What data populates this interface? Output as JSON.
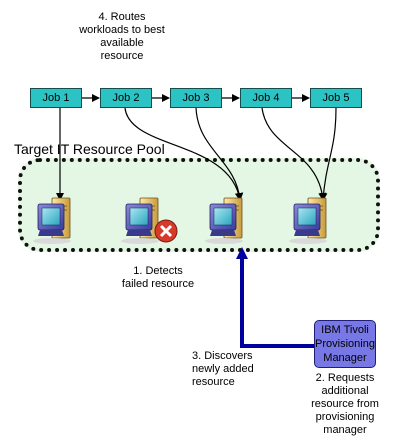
{
  "notes": {
    "routes": [
      "4. Routes",
      "workloads to best",
      "available",
      "resource"
    ],
    "detects": [
      "1. Detects",
      "failed resource"
    ],
    "discovers": [
      "3. Discovers",
      "newly added",
      "resource"
    ],
    "requests": [
      "2. Requests",
      "additional",
      "resource from",
      "provisioning",
      "manager"
    ]
  },
  "jobs": [
    "Job 1",
    "Job 2",
    "Job 3",
    "Job 4",
    "Job 5"
  ],
  "pool": {
    "title": "Target IT Resource Pool"
  },
  "tpm": {
    "lines": [
      "IBM Tivoli",
      "Provisioning",
      "Manager"
    ]
  },
  "computers": [
    {
      "status": "ok",
      "icon": "computer-icon"
    },
    {
      "status": "failed",
      "icon": "failed-x-icon"
    },
    {
      "status": "ok",
      "icon": "computer-icon"
    },
    {
      "status": "ok",
      "icon": "computer-icon"
    }
  ],
  "colors": {
    "job_fill": "#2bc3c3",
    "pool_fill": "#e4f7e4",
    "tpm_fill": "#7777e6",
    "discover_line": "#0000a0",
    "failed_badge": "#d83a2a"
  }
}
